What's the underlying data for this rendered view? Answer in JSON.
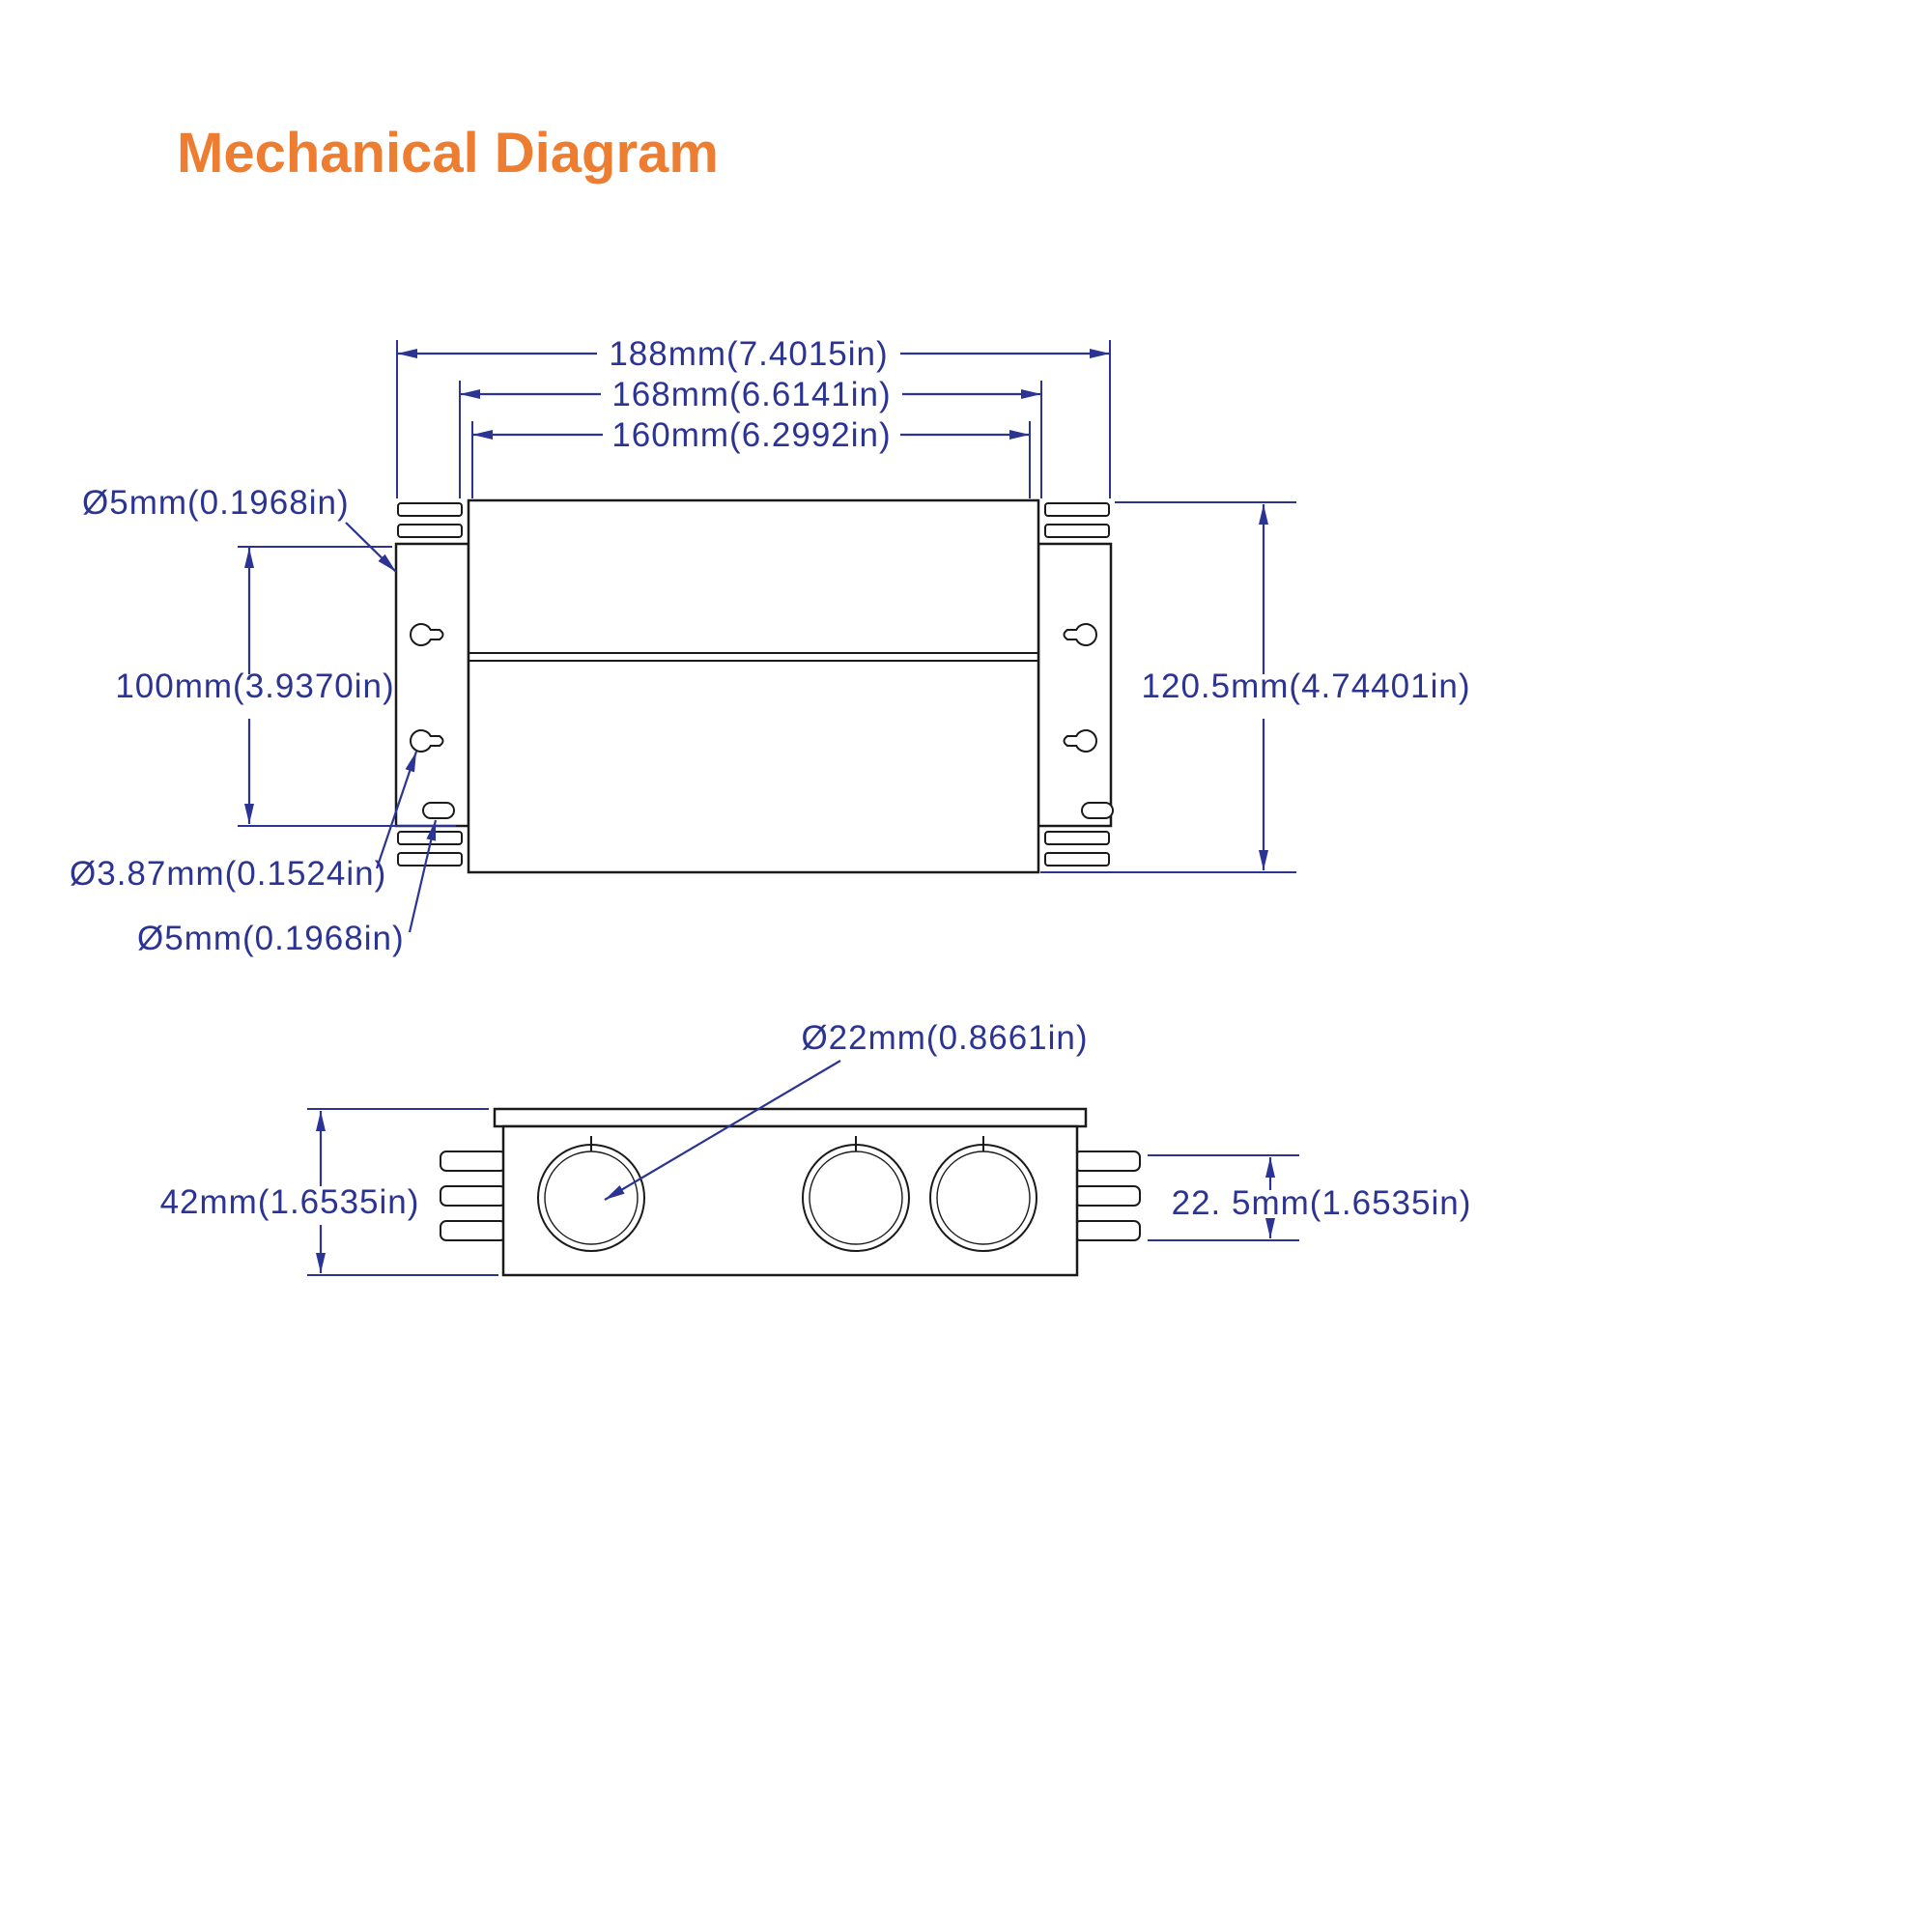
{
  "title": "Mechanical Diagram",
  "colors": {
    "accent_orange": "#ED7D31",
    "dimension_blue": "#2B3492",
    "outline_black": "#1A1A1A",
    "background": "#FFFFFF"
  },
  "top_view": {
    "width_outer": "188mm(7.4015in)",
    "width_mid": "168mm(6.6141in)",
    "width_inner": "160mm(6.2992in)",
    "height_mounting": "100mm(3.9370in)",
    "height_overall": "120.5mm(4.74401in)",
    "hole_top_left": "Ø5mm(0.1968in)",
    "hole_keyhole": "Ø3.87mm(0.1524in)",
    "hole_bottom": "Ø5mm(0.1968in)"
  },
  "side_view": {
    "height_overall": "42mm(1.6535in)",
    "hole_knockout": "Ø22mm(0.8661in)",
    "height_inner": "22. 5mm(1.6535in)"
  }
}
